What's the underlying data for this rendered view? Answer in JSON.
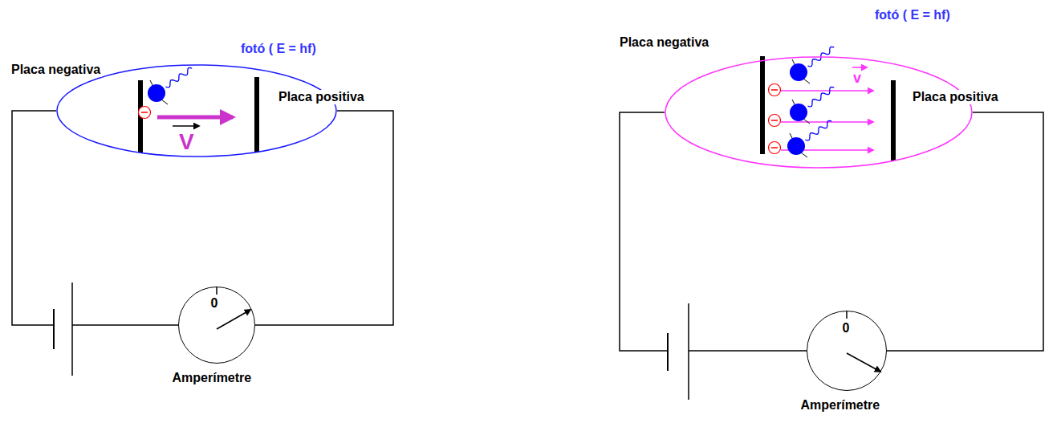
{
  "diagram": {
    "nodes": [
      {
        "text": [
          "fotó ( E = hf)",
          "Placa negativa",
          "Placa positiva",
          "V"
        ]
      },
      {
        "text": [
          "0",
          "Amperímetre"
        ]
      },
      {
        "text": [
          "fotó ( E = hf)",
          "Placa negativa",
          "Placa positiva",
          "v"
        ]
      },
      {
        "text": [
          "0",
          "Amperímetre"
        ]
      }
    ],
    "edges": [
      {
        "from": 0,
        "to": 1,
        "arrow": "none"
      },
      {
        "from": 2,
        "to": 3,
        "arrow": "none"
      }
    ]
  }
}
